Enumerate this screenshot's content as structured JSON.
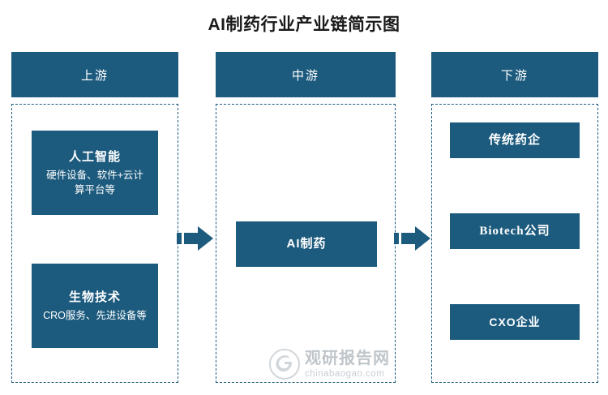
{
  "title": "AI制药行业产业链简示图",
  "colors": {
    "brand": "#1d5b7e",
    "box_text": "#ffffff",
    "dashed_border": "#1d5b7e",
    "title_text": "#1a1a1a",
    "watermark": "#9aa3ab"
  },
  "columns": {
    "upstream": {
      "header": "上游",
      "boxes": [
        {
          "title": "人工智能",
          "subtitle": "硬件设备、软件+云计算平台等"
        },
        {
          "title": "生物技术",
          "subtitle": "CRO服务、先进设备等"
        }
      ]
    },
    "midstream": {
      "header": "中游",
      "boxes": [
        {
          "title": "AI制药",
          "subtitle": ""
        }
      ]
    },
    "downstream": {
      "header": "下游",
      "boxes": [
        {
          "title": "传统药企",
          "subtitle": ""
        },
        {
          "title": "Biotech公司",
          "subtitle": ""
        },
        {
          "title": "CXO企业",
          "subtitle": ""
        }
      ]
    }
  },
  "arrows": [
    {
      "name": "arrow-upstream-to-midstream"
    },
    {
      "name": "arrow-midstream-to-downstream"
    }
  ],
  "watermark": {
    "main": "观研报告网",
    "sub": "chinabaogao.com"
  }
}
